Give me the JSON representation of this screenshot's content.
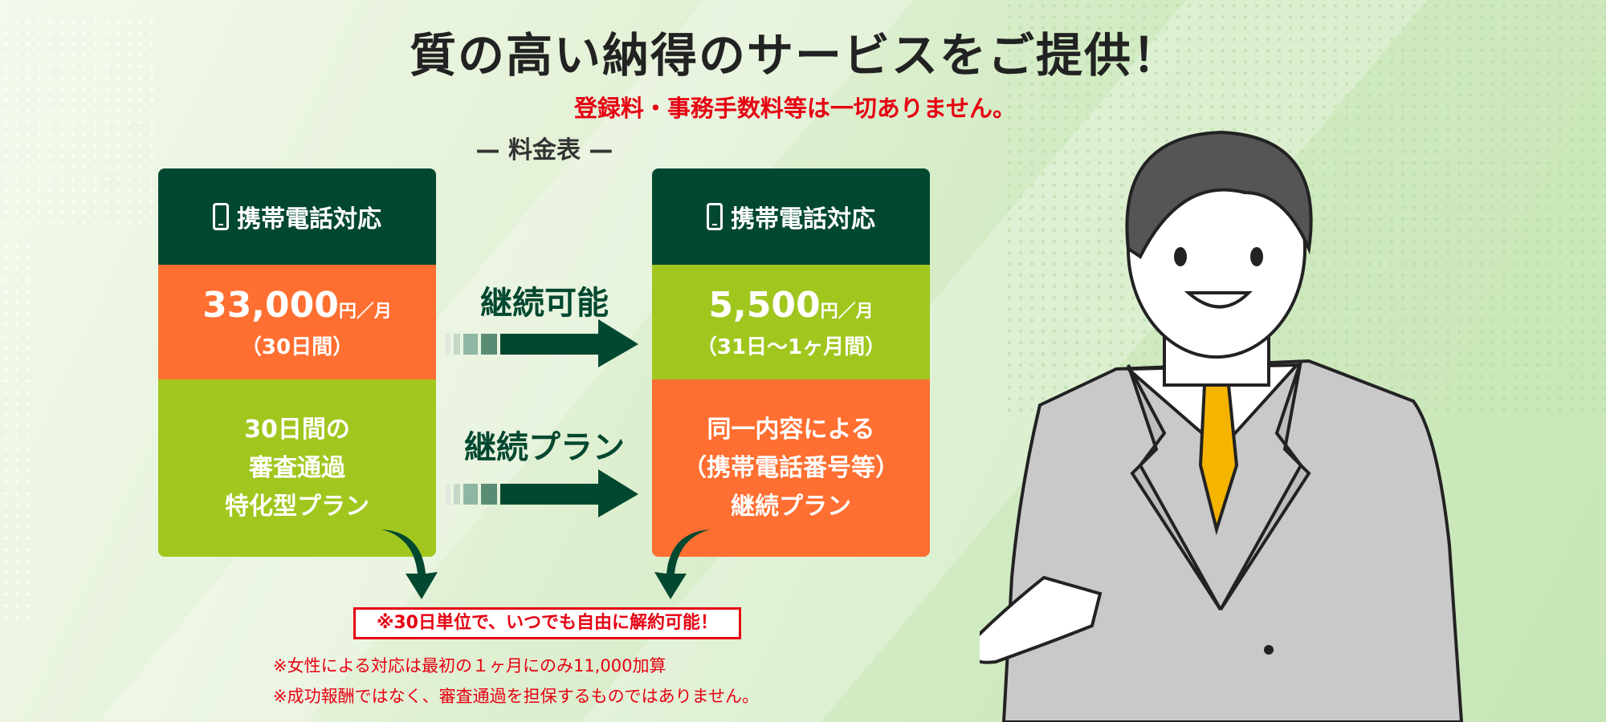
{
  "header": {
    "title": "質の高い納得のサービスをご提供！",
    "subtitle": "登録料・事務手数料等は一切ありません。",
    "fee_table_label": "— 料金表 —"
  },
  "plans": [
    {
      "header": "携帯電話対応",
      "price": "33,000",
      "unit_yen": "円",
      "unit_per": "／月",
      "period": "（30日間）",
      "desc": [
        "30日間の",
        "審査通過",
        "特化型プラン"
      ]
    },
    {
      "header": "携帯電話対応",
      "price": "5,500",
      "unit_yen": "円",
      "unit_per": "／月",
      "period": "（31日〜1ヶ月間）",
      "desc": [
        "同一内容による",
        "（携帯電話番号等）",
        "継続プラン"
      ]
    }
  ],
  "middle": {
    "label1": "継続可能",
    "label2": "継続プラン"
  },
  "notes": {
    "box": "※30日単位で、いつでも自由に解約可能！",
    "line1": "※女性による対応は最初の１ヶ月にのみ11,000加算",
    "line2": "※成功報酬ではなく、審査通過を担保するものではありません。"
  },
  "colors": {
    "dark_green": "#024830",
    "orange": "#ff6f31",
    "lime": "#a1c71f",
    "red": "#e60012"
  }
}
